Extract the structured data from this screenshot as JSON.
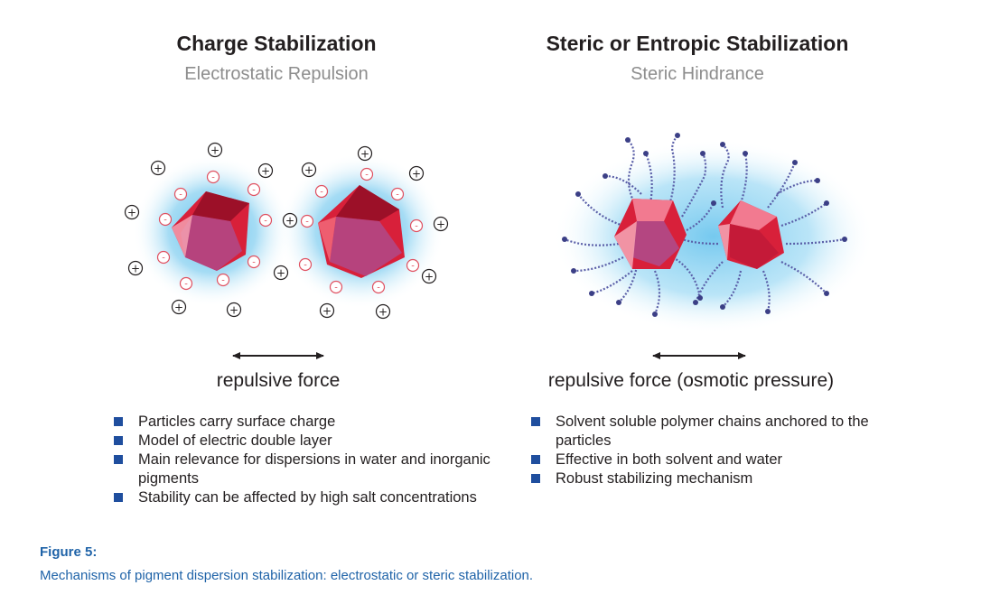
{
  "left": {
    "title": "Charge Stabilization",
    "subtitle": "Electrostatic Repulsion",
    "force_label": "repulsive force",
    "bullets": [
      "Particles carry surface charge",
      "Model of electric double layer",
      "Main relevance for dispersions in water and inorganic pigments",
      "Stability can be affected by high salt concentrations"
    ]
  },
  "right": {
    "title": "Steric or Entropic Stabilization",
    "subtitle": "Steric Hindrance",
    "force_label": "repulsive force (osmotic pressure)",
    "bullets": [
      "Solvent soluble polymer chains anchored to the particles",
      "Effective in both solvent and water",
      "Robust stabilizing mechanism"
    ]
  },
  "figure": {
    "label": "Figure 5:",
    "caption": "Mechanisms of pigment dispersion stabilization: electrostatic or steric stabilization."
  },
  "charge_symbols": {
    "plus": "+",
    "minus": "-"
  },
  "colors": {
    "particle_red": "#d8203a",
    "particle_dark": "#9c1028",
    "particle_purple": "#b04a8a",
    "halo_blue": "#4fb9e8",
    "negative_ring": "#e05060",
    "bullet_blue": "#1f4e9e",
    "caption_blue": "#1f63a8",
    "polymer_purple": "#5a5fa8"
  }
}
